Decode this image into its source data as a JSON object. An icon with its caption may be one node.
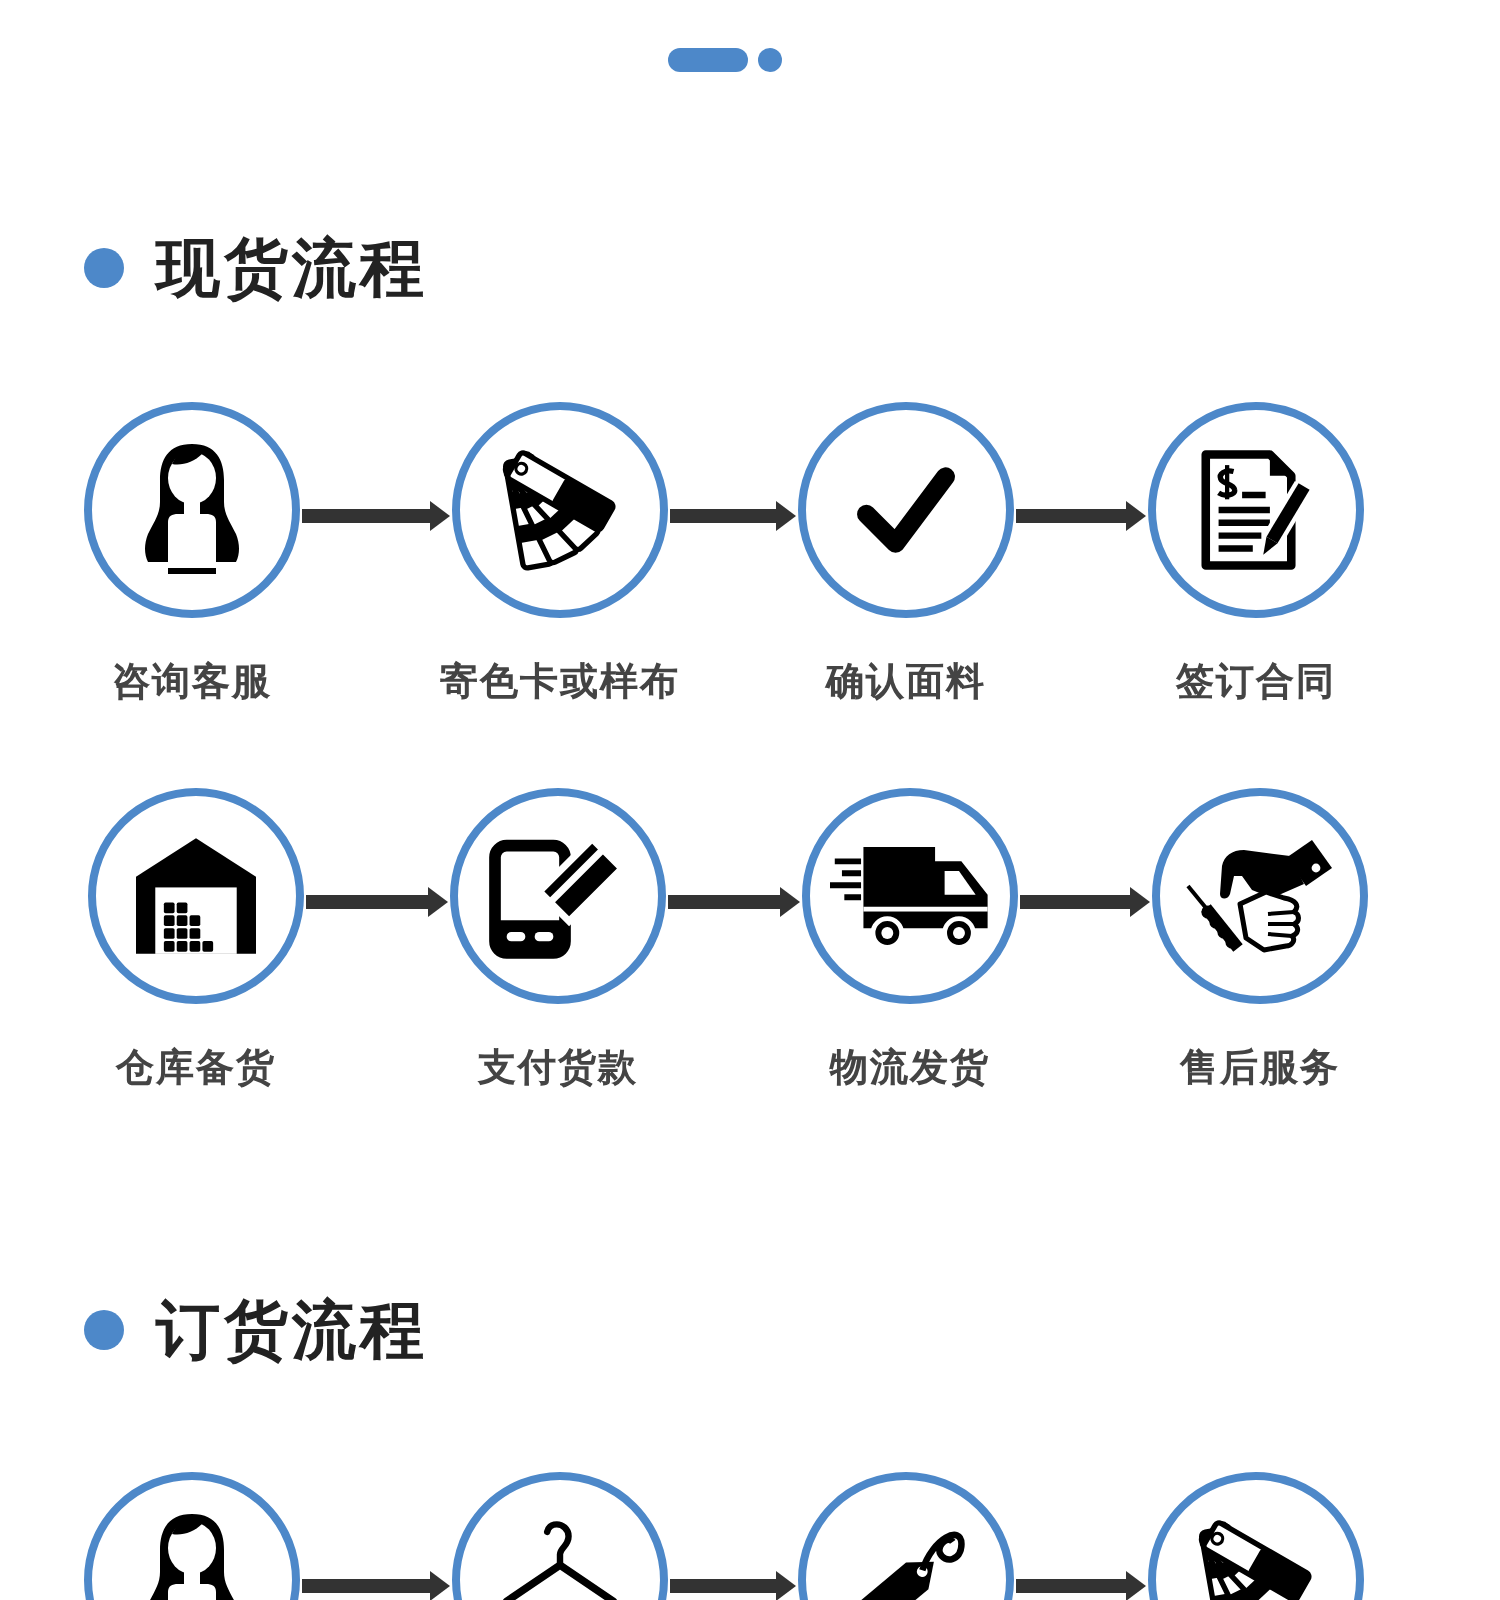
{
  "diagram": {
    "title": "现货流程",
    "nodes": [
      {
        "text": [
          "咨询客服"
        ]
      },
      {
        "text": [
          "寄色卡或样布"
        ]
      },
      {
        "text": [
          "确认面料"
        ]
      },
      {
        "text": [
          "签订合同"
        ]
      },
      {
        "text": [
          "仓库备货"
        ]
      },
      {
        "text": [
          "支付货款"
        ]
      },
      {
        "text": [
          "物流发货"
        ]
      },
      {
        "text": [
          "售后服务"
        ]
      },
      {
        "text": [],
        "shape": "circle"
      },
      {
        "text": [],
        "shape": "circle"
      },
      {
        "text": [],
        "shape": "circle"
      },
      {
        "text": [],
        "shape": "circle"
      }
    ],
    "edges": [
      {
        "from": 0,
        "to": 1,
        "arrow": "to"
      },
      {
        "from": 1,
        "to": 2,
        "arrow": "to"
      },
      {
        "from": 2,
        "to": 3,
        "arrow": "to"
      },
      {
        "from": 4,
        "to": 5,
        "arrow": "to"
      },
      {
        "from": 5,
        "to": 6,
        "arrow": "to"
      },
      {
        "from": 6,
        "to": 7,
        "arrow": "to"
      },
      {
        "from": 8,
        "to": 9,
        "arrow": "to"
      },
      {
        "from": 9,
        "to": 10,
        "arrow": "to"
      },
      {
        "from": 10,
        "to": 11,
        "arrow": "to"
      }
    ],
    "labels": [
      "订货流程"
    ]
  }
}
